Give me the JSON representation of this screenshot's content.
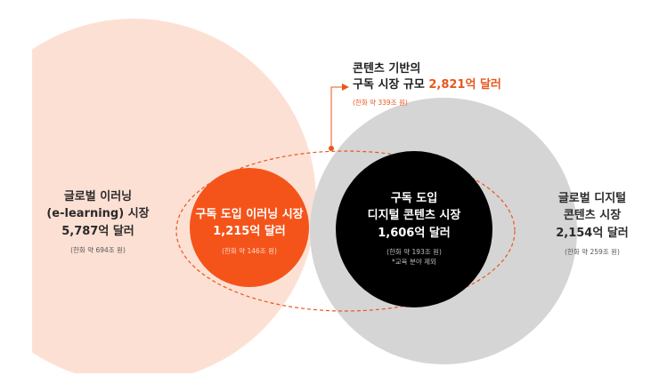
{
  "colors": {
    "elearning_fill": "#fde0d4",
    "subscription_elearning_fill": "#f4541a",
    "digital_content_fill": "#d5d5d5",
    "subscription_digital_fill": "#000000",
    "accent": "#e8571c",
    "dashed_outline": "#e8571c"
  },
  "diagram": {
    "total": {
      "line1": "콘텐츠 기반의",
      "line2_prefix": "구독 시장 규모 ",
      "line2_value": "2,821억 달러",
      "krw": "(한화 약 339조 원)"
    },
    "elearning_global": {
      "line1": "글로벌 이러닝",
      "line2": "(e-learning) 시장",
      "value": "5,787억 달러",
      "krw": "(한화 약 694조 원)"
    },
    "elearning_subscription": {
      "line1": "구독 도입 이러닝 시장",
      "value": "1,215억 달러",
      "krw": "(한화 약 146조 원)"
    },
    "digital_subscription": {
      "line1": "구독 도입",
      "line2": "디지털 콘텐츠 시장",
      "value": "1,606억 달러",
      "krw": "(한화 약 193조 원)",
      "note": "*교육 분야 제외"
    },
    "digital_global": {
      "line1": "글로벌 디지털",
      "line2": "콘텐츠 시장",
      "value": "2,154억 달러",
      "krw": "(한화 약 259조 원)"
    }
  }
}
